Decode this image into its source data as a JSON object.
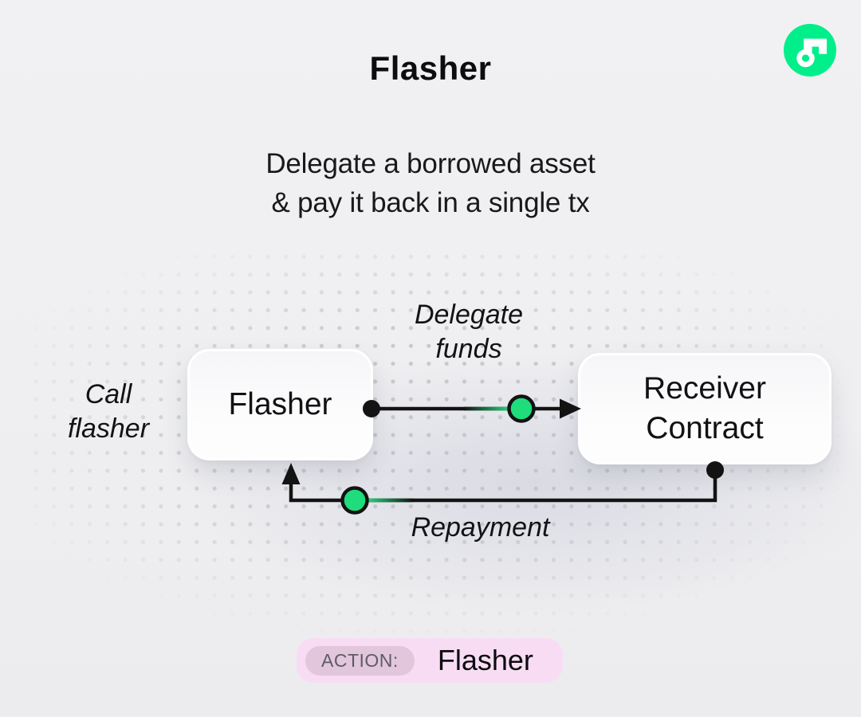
{
  "header": {
    "title": "Flasher",
    "subtitle_lines": [
      "Delegate a borrowed asset",
      "& pay it back in a single tx"
    ]
  },
  "logo": {
    "name": "flow-logo",
    "circle_color": "#00EF8B",
    "glyph_color": "#FFFFFF"
  },
  "diagram": {
    "nodes": {
      "flasher": {
        "label": "Flasher"
      },
      "receiver": {
        "label_line1": "Receiver",
        "label_line2": "Contract"
      }
    },
    "labels": {
      "call_line1": "Call",
      "call_line2": "flasher",
      "delegate_line1": "Delegate",
      "delegate_line2": "funds",
      "repayment": "Repayment"
    },
    "colors": {
      "edge_line": "#131313",
      "connector_green": "#1FDD7C",
      "dot_grid": "#C9C9CD"
    }
  },
  "action_bar": {
    "badge_label": "ACTION:",
    "value": "Flasher",
    "pill_bg": "#F8DCF4",
    "badge_bg": "#E2C6DC"
  }
}
